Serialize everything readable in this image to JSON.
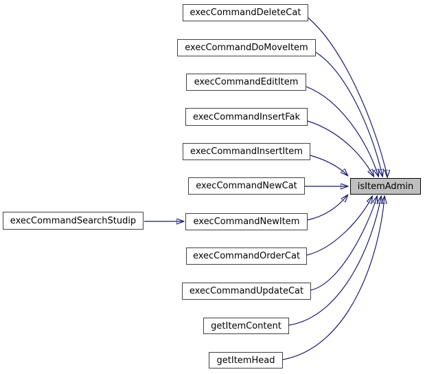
{
  "diagram": {
    "type": "doxygen-call-graph",
    "target_function": "isItemAdmin",
    "edge_color": "#191970",
    "node_border_color": "#404040",
    "node_fill": "#ffffff",
    "target_border_color": "#000000",
    "target_fill": "#bfbfbf",
    "text_color": "#000000",
    "background": "#ffffff"
  },
  "nodes": {
    "target": {
      "label": "isItemAdmin"
    },
    "searchStudip": {
      "label": "execCommandSearchStudip"
    },
    "deleteCat": {
      "label": "execCommandDeleteCat"
    },
    "doMoveItem": {
      "label": "execCommandDoMoveItem"
    },
    "editItem": {
      "label": "execCommandEditItem"
    },
    "insertFak": {
      "label": "execCommandInsertFak"
    },
    "insertItem": {
      "label": "execCommandInsertItem"
    },
    "newCat": {
      "label": "execCommandNewCat"
    },
    "newItem": {
      "label": "execCommandNewItem"
    },
    "orderCat": {
      "label": "execCommandOrderCat"
    },
    "updateCat": {
      "label": "execCommandUpdateCat"
    },
    "getItemContent": {
      "label": "getItemContent"
    },
    "getItemHead": {
      "label": "getItemHead"
    }
  },
  "edges": {
    "description": "all caller nodes point to isItemAdmin; execCommandSearchStudip points to execCommandNewItem"
  }
}
